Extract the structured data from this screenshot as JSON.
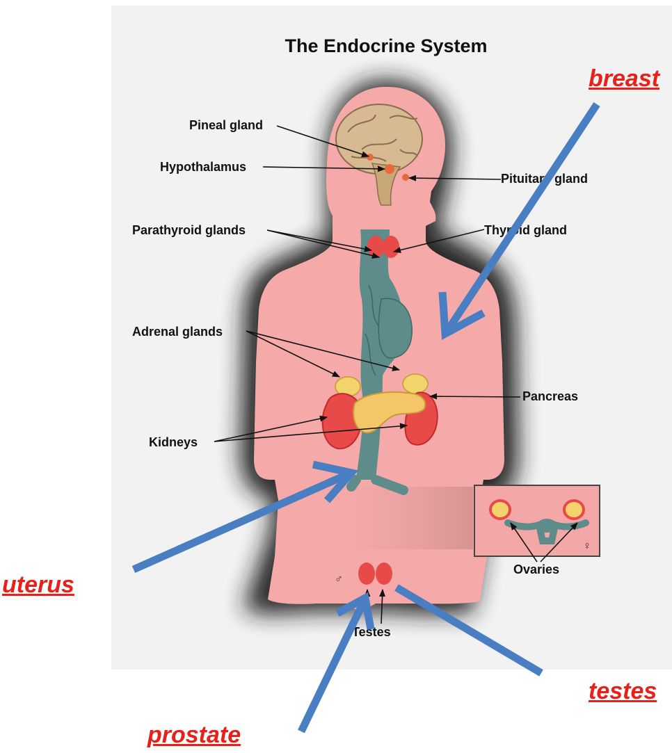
{
  "title": "The Endocrine System",
  "labels": {
    "pineal": "Pineal gland",
    "hypothalamus": "Hypothalamus",
    "pituitary": "Pituitary gland",
    "parathyroid": "Parathyroid glands",
    "thyroid": "Thyroid gland",
    "adrenal": "Adrenal glands",
    "pancreas": "Pancreas",
    "kidneys": "Kidneys",
    "ovaries": "Ovaries",
    "testes": "Testes",
    "male_symbol": "♂",
    "female_symbol": "♀"
  },
  "annotations": {
    "breast": "breast",
    "uterus": "uterus",
    "prostate": "prostate",
    "testes": "testes"
  },
  "colors": {
    "annotation_text": "#e8201a",
    "annotation_arrow": "#4a7ec2",
    "body": "#f6a9a9",
    "vessels": "#5e8c8a",
    "gland": "#e84a4a",
    "pancreas": "#f3c667",
    "brain": "#d7b992"
  }
}
